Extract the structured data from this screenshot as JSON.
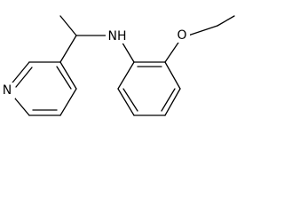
{
  "atoms": {
    "nh": "NH",
    "o": "O",
    "n_ring": "N"
  },
  "colors": {
    "bond": "#000000",
    "background": "#ffffff"
  }
}
